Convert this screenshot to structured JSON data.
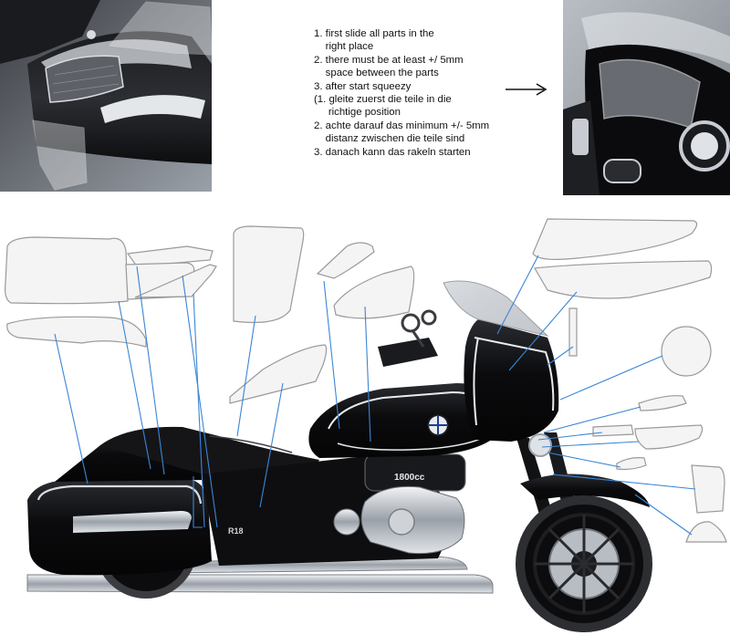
{
  "instructions": [
    "1. first slide all parts in the",
    "    right place",
    "2. there must be at least +/ 5mm",
    "    space between the parts",
    "3. after start squeezy",
    "(1. gleite zuerst die teile in die",
    "     richtige position",
    "2. achte darauf das minimum +/- 5mm",
    "    distanz zwischen die teile sind",
    "3. danach kann das rakeln starten"
  ],
  "arrow_glyph": "→",
  "motorcycle": {
    "engine_badge": "1800cc",
    "model_badge": "R18"
  },
  "colors": {
    "leader_lines": "#3a86d6",
    "film_parts": "#f4f4f4",
    "bike_body": "#0b0b0d",
    "chrome": "#c8ccd2"
  }
}
